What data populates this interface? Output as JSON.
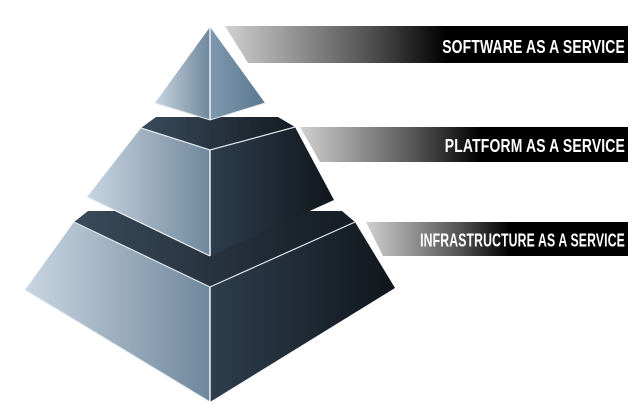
{
  "diagram": {
    "type": "pyramid",
    "tiers": [
      {
        "label": "SOFTWARE AS A SERVICE"
      },
      {
        "label": "PLATFORM AS A SERVICE"
      },
      {
        "label": "INFRASTRUCTURE AS A SERVICE"
      }
    ]
  },
  "colors": {
    "light_face": "#a9bccd",
    "dark_face": "#1d2731",
    "banner_dark": "#000000"
  }
}
